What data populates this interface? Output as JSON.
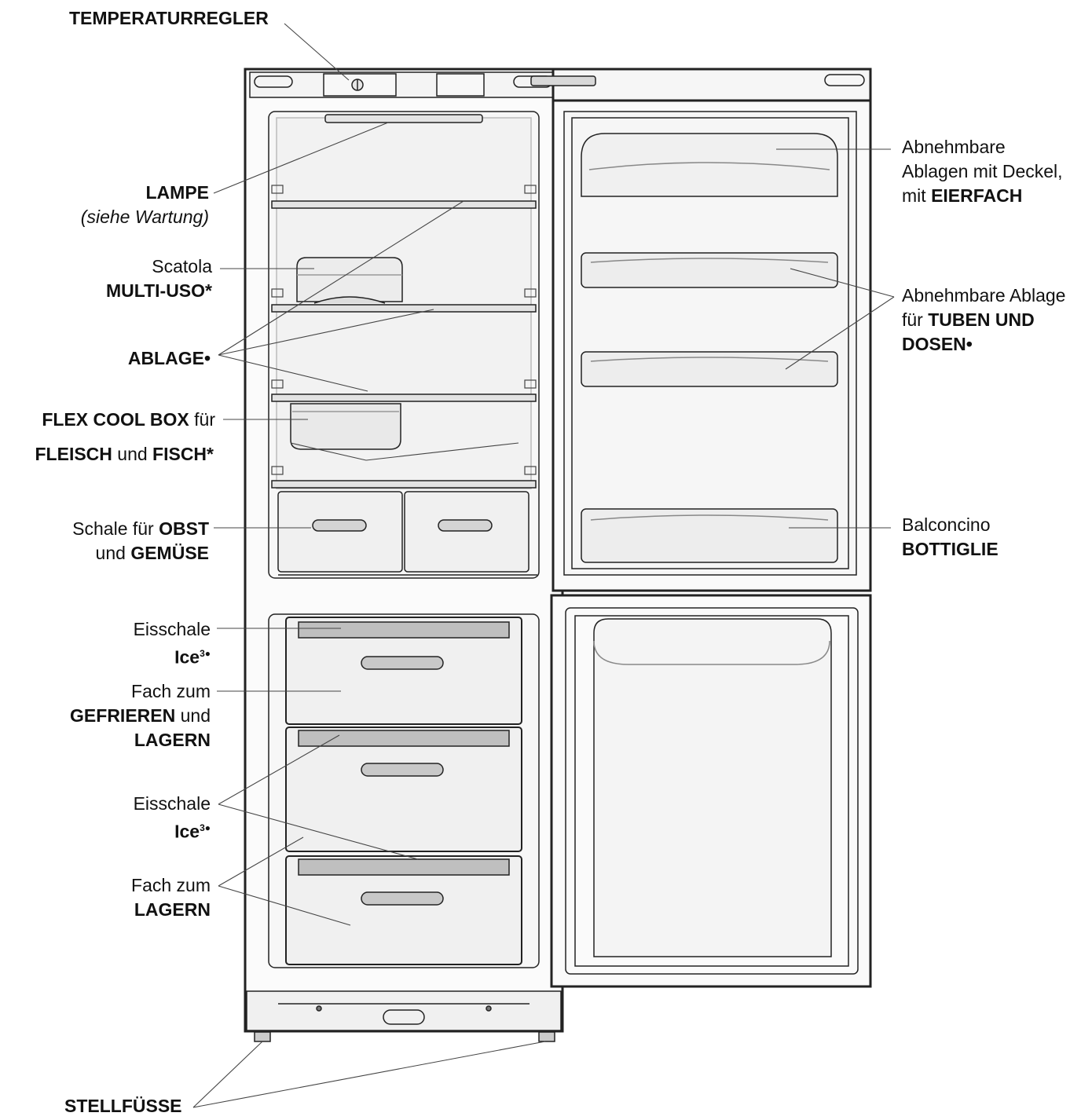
{
  "labels": {
    "temperaturregler": "TEMPERATURREGLER",
    "lampe": "LAMPE",
    "lampe_note": "(siehe Wartung)",
    "scatola": "Scatola",
    "multi_uso": "MULTI-USO",
    "asterisk": "*",
    "ablage": "ABLAGE•",
    "flex_cool_box": "FLEX COOL BOX",
    "fuer": "für",
    "fleisch": "FLEISCH",
    "und": "und",
    "fisch": "FISCH",
    "schale_fuer": "Schale für",
    "obst": "OBST",
    "gemuese": "GEMÜSE",
    "eisschale": "Eisschale",
    "ice": "Ice",
    "ice_sup": "3●",
    "fach_zum": "Fach zum",
    "gefrieren": "GEFRIEREN",
    "lagern": "LAGERN",
    "stellfuesse": "STELLFÜSSE",
    "abnehmbare": "Abnehmbare",
    "ablagen_mit_deckel": "Ablagen mit Deckel,",
    "mit": "mit",
    "eierfach": "EIERFACH",
    "abnehmbare_ablage": "Abnehmbare Ablage",
    "tuben_und": "TUBEN UND",
    "dosen": "DOSEN•",
    "balconcino": "Balconcino",
    "bottiglie": "BOTTIGLIE"
  }
}
